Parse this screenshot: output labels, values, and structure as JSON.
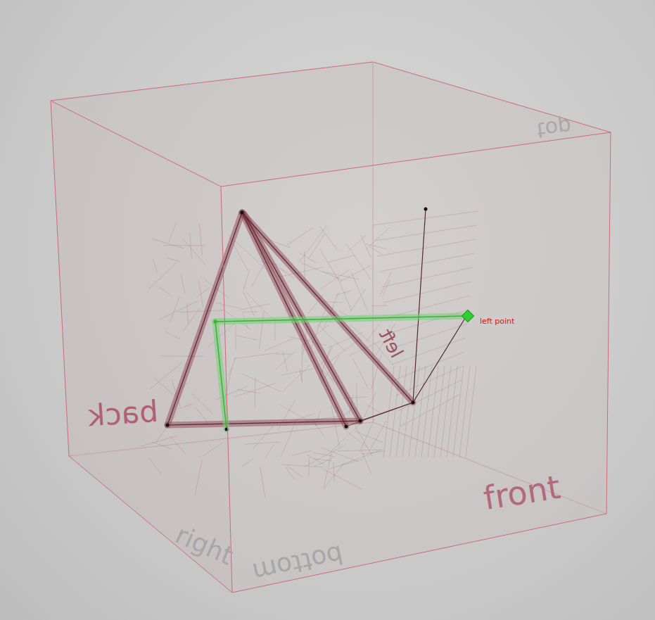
{
  "diagram": {
    "labels": [
      "top",
      "back",
      "left",
      "front",
      "right",
      "bottom",
      "left point"
    ]
  }
}
